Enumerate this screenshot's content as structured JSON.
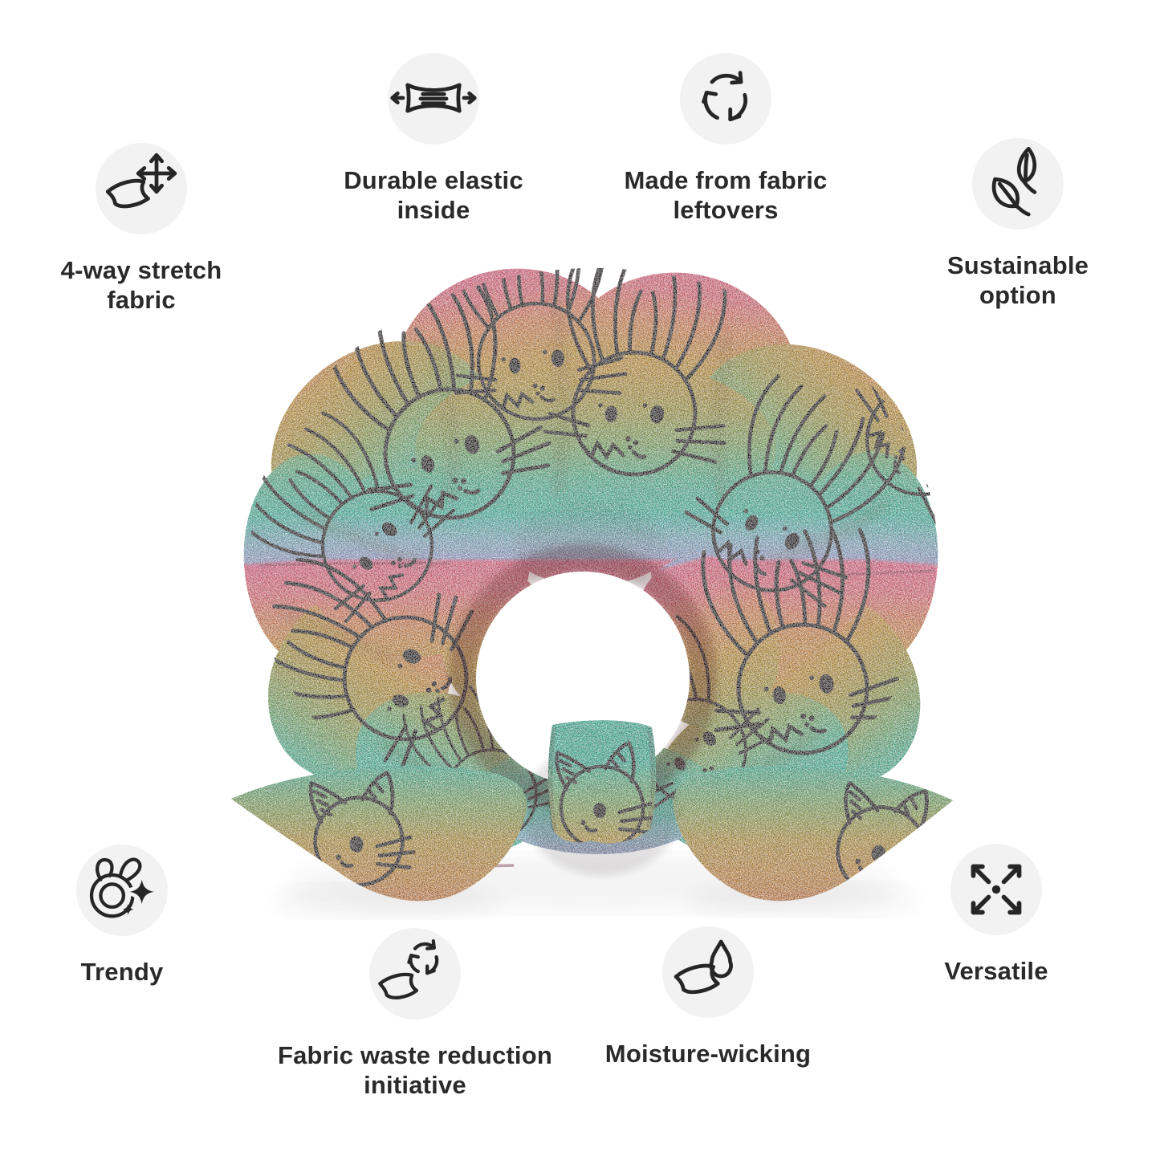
{
  "page": {
    "background_color": "#ffffff",
    "text_color": "#2a2a2a",
    "icon_circle_color": "#f2f2f2",
    "icon_stroke_color": "#262626"
  },
  "product_image": {
    "subject": "hair scrunchie with bow tails",
    "pattern": "black line-art cat faces on rainbow glitter fabric",
    "fabric_colors": [
      "#ee5f85",
      "#e08350",
      "#cb9733",
      "#7fae5e",
      "#3dc1a8",
      "#7fb7cf"
    ],
    "pattern_line_color": "#151515"
  },
  "features": [
    {
      "id": "stretch",
      "label": "4-way stretch fabric",
      "icon": "stretch-4way-icon"
    },
    {
      "id": "elastic",
      "label": "Durable elastic inside",
      "icon": "elastic-band-icon"
    },
    {
      "id": "leftovers",
      "label": "Made from fabric leftovers",
      "icon": "recycle-arrows-icon"
    },
    {
      "id": "sustainable",
      "label": "Sustainable option",
      "icon": "leaves-icon"
    },
    {
      "id": "trendy",
      "label": "Trendy",
      "icon": "scrunchie-sparkle-icon"
    },
    {
      "id": "waste",
      "label": "Fabric waste reduction initiative",
      "icon": "fabric-recycle-icon"
    },
    {
      "id": "moisture",
      "label": "Moisture-wicking",
      "icon": "fabric-waterdrop-icon"
    },
    {
      "id": "versatile",
      "label": "Versatile",
      "icon": "expand-arrows-icon"
    }
  ]
}
